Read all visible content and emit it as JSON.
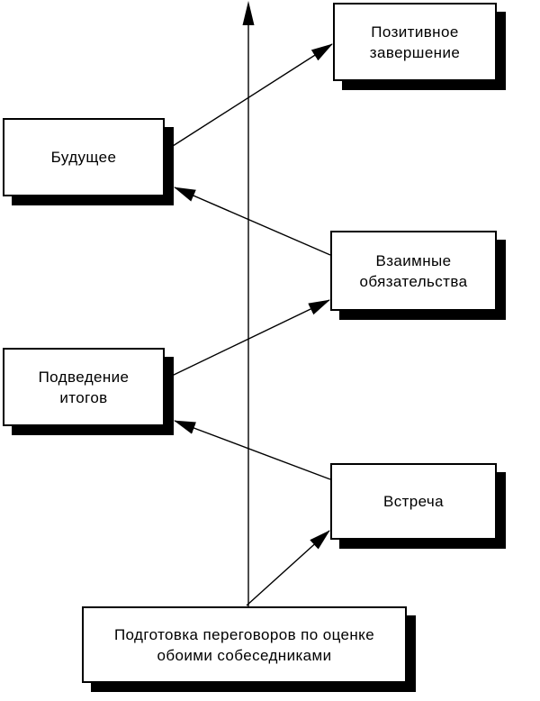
{
  "diagram": {
    "background_color": "#ffffff",
    "box_fill_color": "#ffffff",
    "box_border_color": "#000000",
    "shadow_color": "#000000",
    "line_color": "#000000",
    "text_color": "#000000"
  },
  "boxes": {
    "positive_end": {
      "lines": [
        "Позитивное",
        "завершение"
      ]
    },
    "future": {
      "lines": [
        "Будущее"
      ]
    },
    "mutual": {
      "lines": [
        "Взаимные",
        "обязательства"
      ]
    },
    "summary": {
      "lines": [
        "Подведение",
        "итогов"
      ]
    },
    "meeting": {
      "lines": [
        "Встреча"
      ]
    },
    "preparation": {
      "lines": [
        "Подготовка переговоров по оценке",
        "обоими собеседниками"
      ]
    }
  }
}
